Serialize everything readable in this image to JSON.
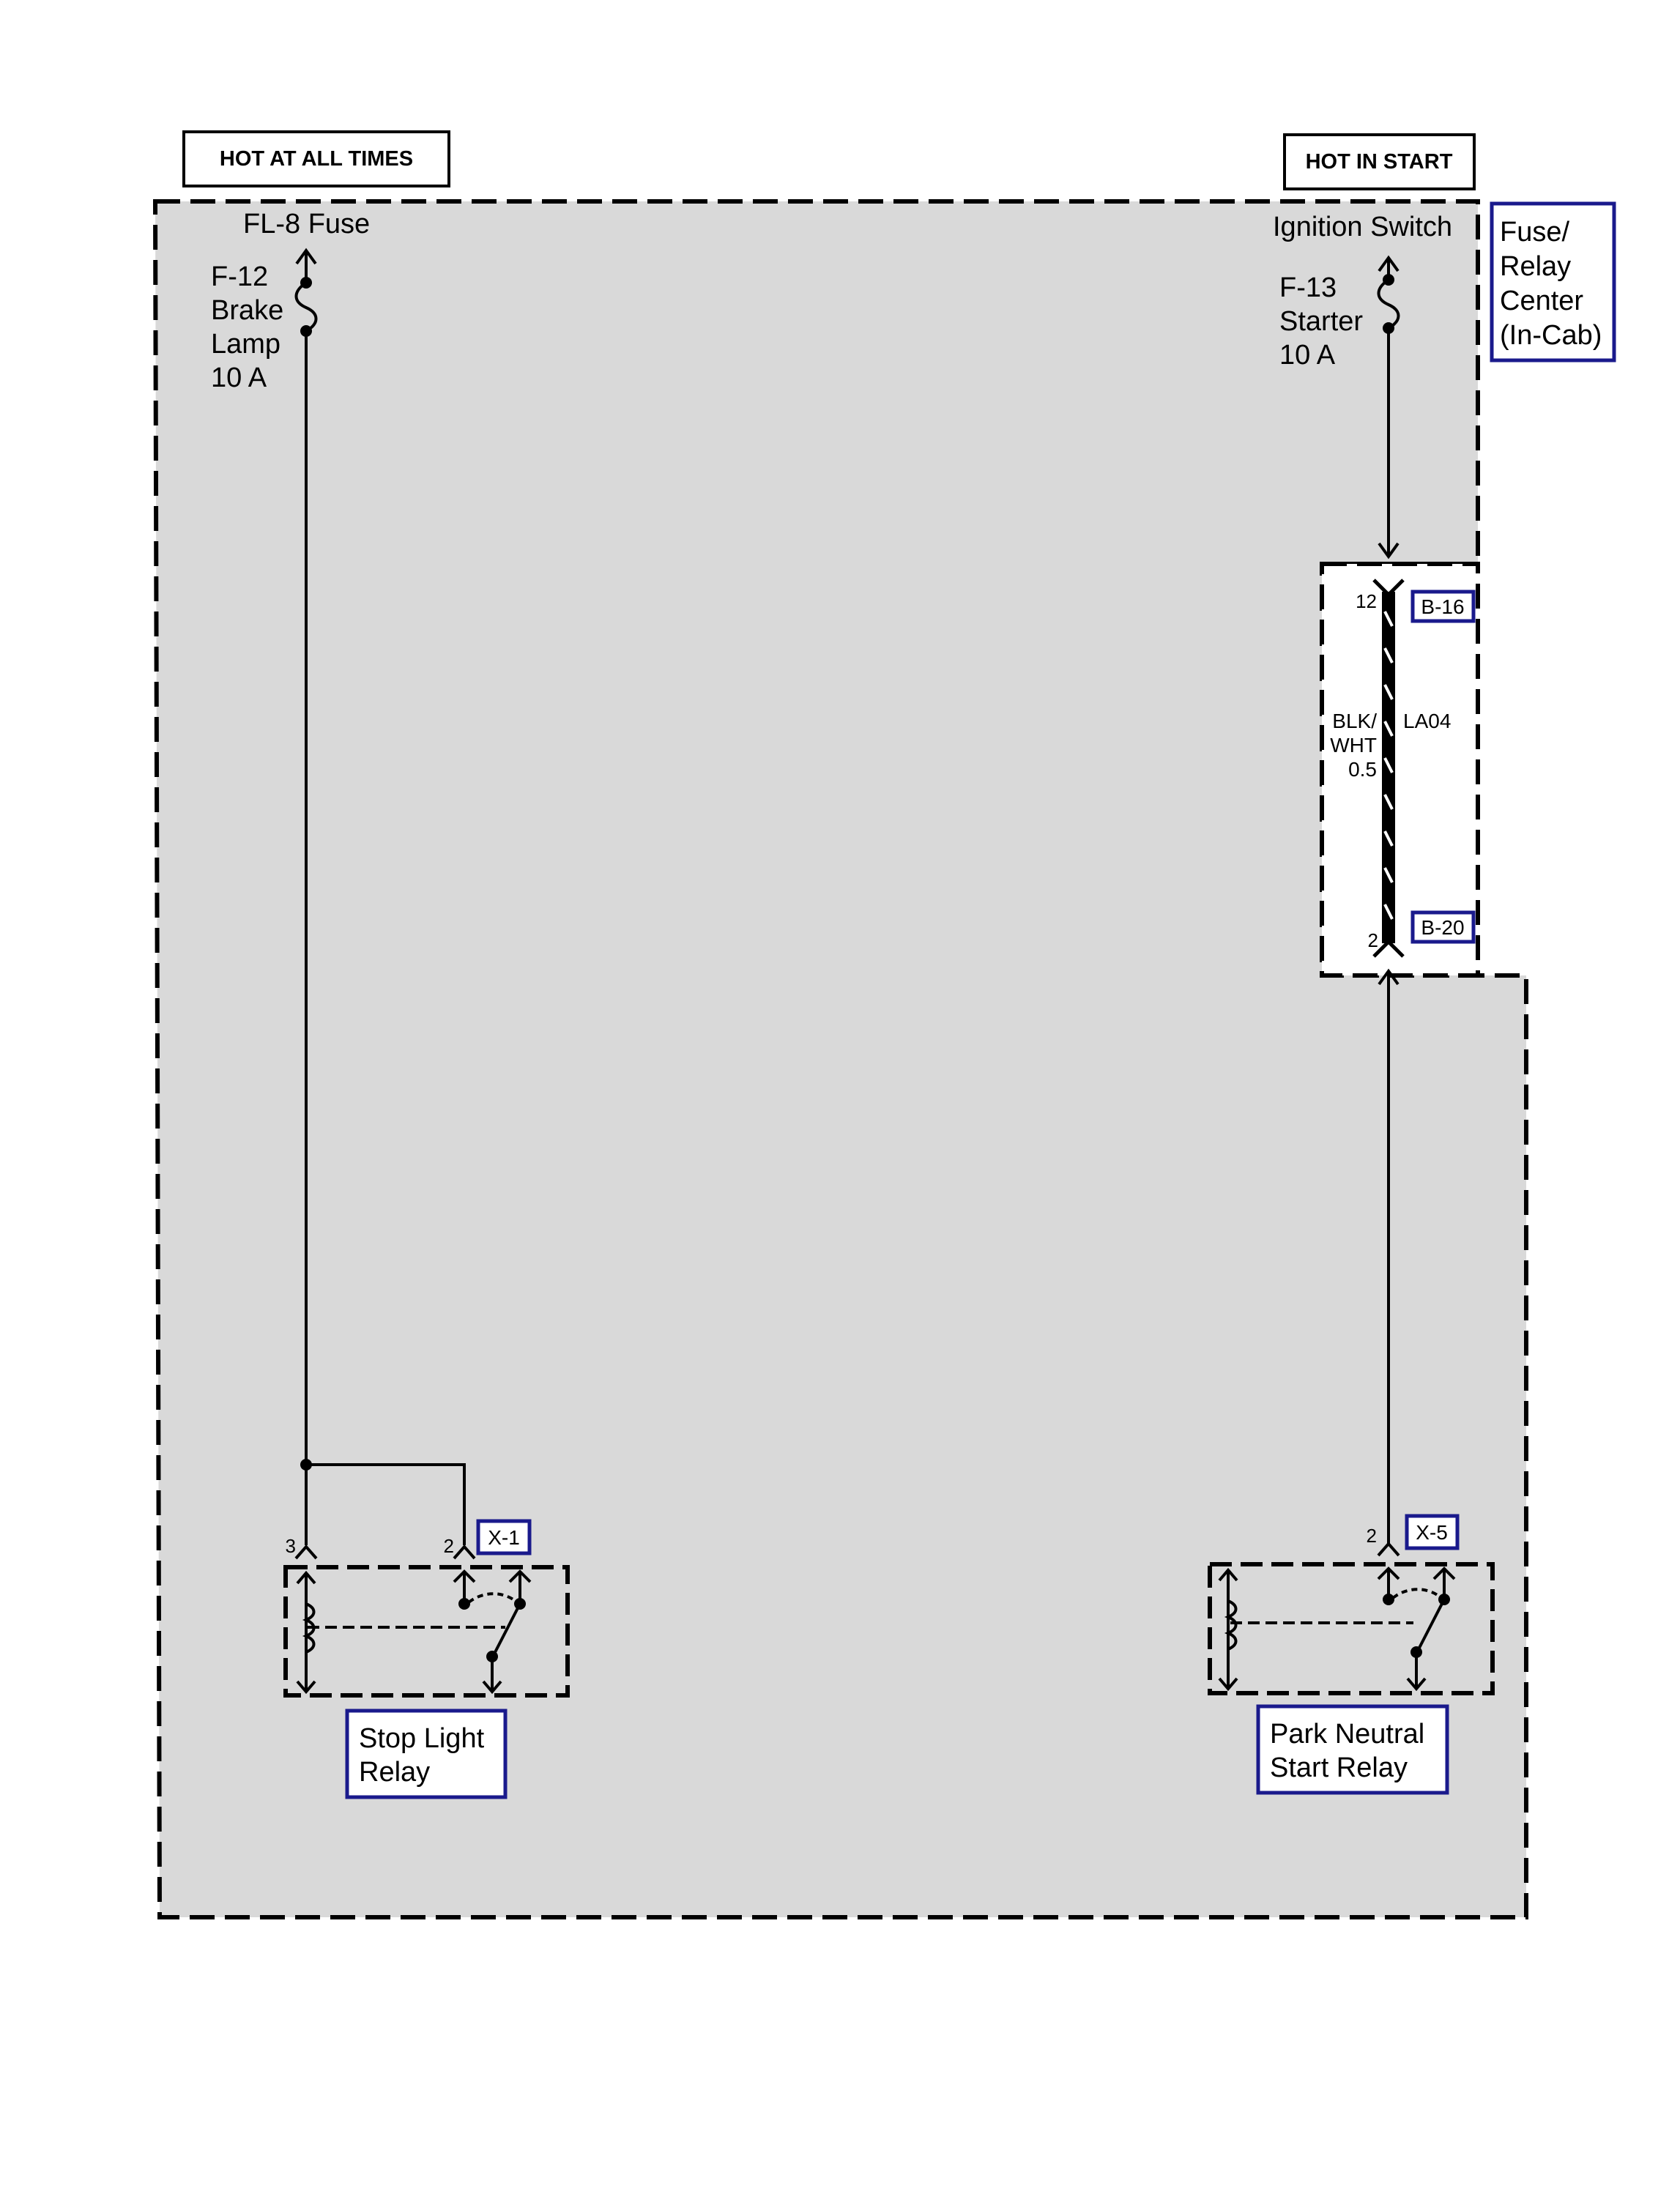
{
  "power_labels": {
    "left": "HOT AT ALL TIMES",
    "right": "HOT IN START"
  },
  "fuse_relay_center": {
    "label_lines": [
      "Fuse/",
      "Relay",
      "Center",
      "(In-Cab)"
    ]
  },
  "left_fuse": {
    "source": "FL-8 Fuse",
    "lines": [
      "F-12",
      "Brake",
      "Lamp",
      "10 A"
    ]
  },
  "right_fuse": {
    "source": "Ignition Switch",
    "lines": [
      "F-13",
      "Starter",
      "10 A"
    ]
  },
  "inline_connector": {
    "top_pin": "12",
    "top_ref": "B-16",
    "bottom_pin": "2",
    "bottom_ref": "B-20",
    "wire_color_lines": [
      "BLK/",
      "WHT",
      "0.5"
    ],
    "circuit": "LA04"
  },
  "stop_light_relay": {
    "pin_left": "3",
    "pin_right": "2",
    "connector_ref": "X-1",
    "label_lines": [
      "Stop Light",
      "Relay"
    ]
  },
  "park_neutral_relay": {
    "pin": "2",
    "connector_ref": "X-5",
    "label_lines": [
      "Park Neutral",
      "Start Relay"
    ]
  },
  "colors": {
    "region_fill": "#d9d9d9",
    "ref_box_border": "#1a1a8c",
    "line": "#000000"
  }
}
